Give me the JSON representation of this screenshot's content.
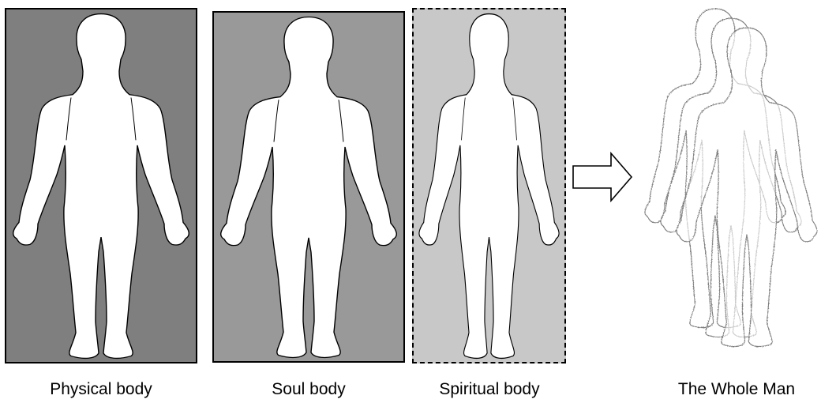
{
  "panels": [
    {
      "id": "physical",
      "label": "Physical body",
      "background": "#7f7f7f",
      "border": "solid"
    },
    {
      "id": "soul",
      "label": "Soul body",
      "background": "#999999",
      "border": "solid"
    },
    {
      "id": "spiritual",
      "label": "Spiritual body",
      "background": "#c8c8c8",
      "border": "dashed"
    }
  ],
  "arrow": {
    "icon": "right-arrow-outline-icon"
  },
  "whole": {
    "label": "The Whole Man"
  }
}
